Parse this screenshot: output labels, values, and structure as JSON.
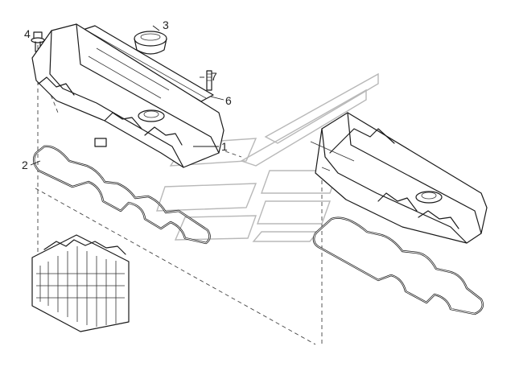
{
  "callouts": {
    "c1": "1",
    "c2": "2",
    "c3": "3",
    "c4": "4",
    "c6": "6",
    "c7": "7"
  },
  "colors": {
    "line": "#1a1a1a",
    "watermark": "#b8b8b8",
    "background": "#ffffff"
  }
}
